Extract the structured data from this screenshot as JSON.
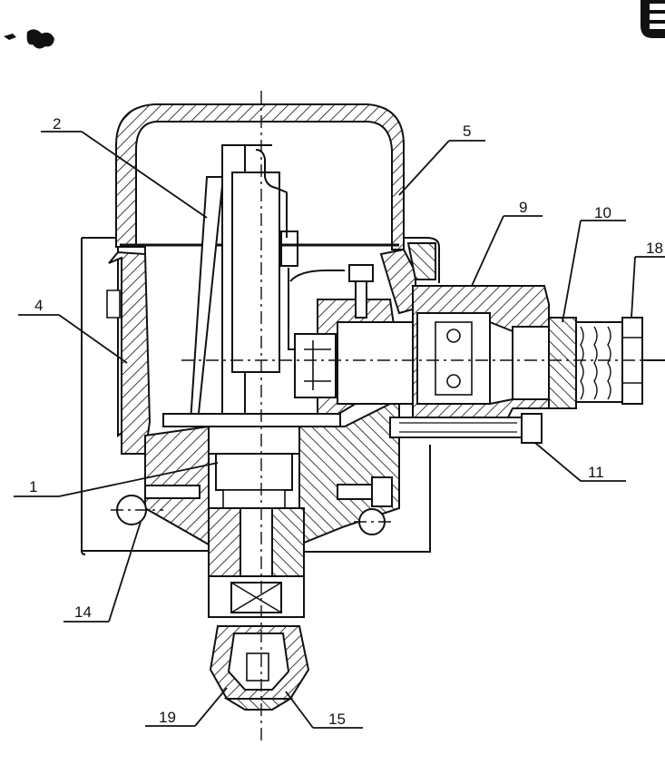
{
  "diagram": {
    "callouts": [
      {
        "id": "c2",
        "label": "2"
      },
      {
        "id": "c5",
        "label": "5"
      },
      {
        "id": "c9",
        "label": "9"
      },
      {
        "id": "c10",
        "label": "10"
      },
      {
        "id": "c18",
        "label": "18"
      },
      {
        "id": "c4",
        "label": "4"
      },
      {
        "id": "c1",
        "label": "1"
      },
      {
        "id": "c11",
        "label": "11"
      },
      {
        "id": "c14",
        "label": "14"
      },
      {
        "id": "c19",
        "label": "19"
      },
      {
        "id": "c15",
        "label": "15"
      }
    ],
    "colors": {
      "ink": "#111111",
      "paper": "#ffffff"
    }
  }
}
